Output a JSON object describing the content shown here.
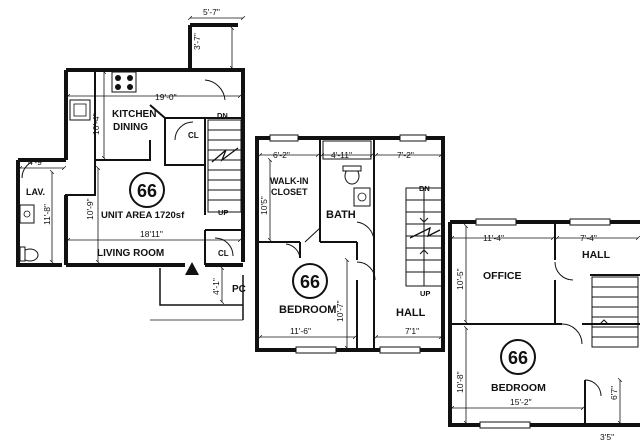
{
  "floor_1": {
    "kitchen_label_1": "KITCHEN",
    "kitchen_label_2": "DINING",
    "cl_label": "CL",
    "dn_label": "DN",
    "up_label": "UP",
    "unit_number": "66",
    "unit_area": "UNIT AREA  1720sf",
    "living_room": "LIVING ROOM",
    "lav": "LAV.",
    "porch_fragment": "PC",
    "dims": {
      "top": "5'-7\"",
      "upper_right": "3'-7\"",
      "kitchen_width": "19'-0\"",
      "kitchen_depth": "10'-4\"",
      "lav_width": "4'-9\"",
      "lav_depth": "11'-8\"",
      "living_depth": "10'-9\"",
      "living_width": "18'11\"",
      "porch": "4'-1\""
    }
  },
  "floor_2": {
    "walk_in_1": "WALK-IN",
    "walk_in_2": "CLOSET",
    "bath": "BATH",
    "unit_number": "66",
    "bedroom": "BEDROOM",
    "hall": "HALL",
    "dn_label": "DN",
    "up_label": "UP",
    "dims": {
      "closet_width": "6'-2\"",
      "bath_width": "4'-11\"",
      "hall_width": "7'-2\"",
      "closet_depth": "10'5\"",
      "bedroom_depth": "10'-7\"",
      "bedroom_width": "11'-6\"",
      "hall_bottom": "7'1\""
    }
  },
  "floor_3": {
    "office": "OFFICE",
    "hall": "HALL",
    "unit_number": "66",
    "bedroom": "BEDROOM",
    "dims": {
      "office_width": "11'-4\"",
      "hall_width": "7'-4\"",
      "office_depth": "10'-5\"",
      "bedroom_depth": "10'-8\"",
      "bedroom_width": "15'-2\"",
      "side": "6'7\"",
      "bottom": "3'5\""
    }
  }
}
